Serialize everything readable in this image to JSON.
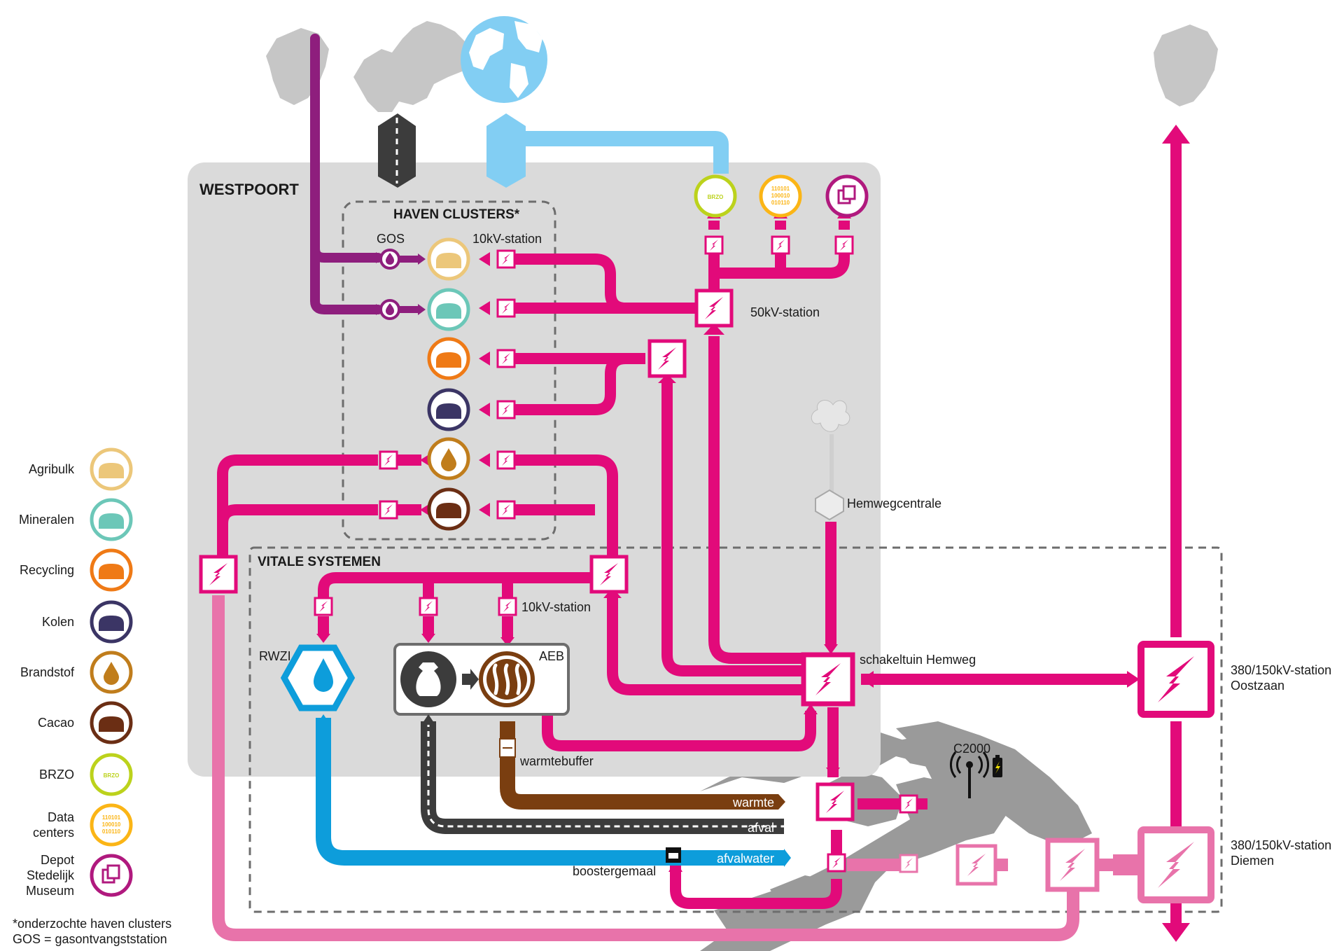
{
  "regions": {
    "westpoort": "WESTPOORT",
    "haven_clusters": "HAVEN CLUSTERS*",
    "vitale_systemen": "VITALE SYSTEMEN"
  },
  "labels": {
    "gos": "GOS",
    "kv10_top": "10kV-station",
    "kv50": "50kV-station",
    "hemwegcentrale": "Hemwegcentrale",
    "kv10_vital": "10kV-station",
    "rwzi": "RWZI",
    "aeb": "AEB",
    "schakeltuin": "schakeltuin Hemweg",
    "oostzaan_1": "380/150kV-station",
    "oostzaan_2": "Oostzaan",
    "diemen_1": "380/150kV-station",
    "diemen_2": "Diemen",
    "c2000": "C2000",
    "warmtebuffer": "warmtebuffer",
    "boostergemaal": "boostergemaal",
    "stream_warmte": "warmte",
    "stream_afval": "afval",
    "stream_afvalwater": "afvalwater",
    "icon_brzo": "BRZO",
    "icon_data": [
      "110101",
      "100010",
      "010110"
    ]
  },
  "legend": {
    "items": [
      {
        "label": [
          "Agribulk"
        ],
        "color": "#ecc77a",
        "icon": "agribulk-pile-icon"
      },
      {
        "label": [
          "Mineralen"
        ],
        "color": "#6cc7b8",
        "icon": "mineralen-pile-icon"
      },
      {
        "label": [
          "Recycling"
        ],
        "color": "#ef7a16",
        "icon": "recycling-pile-icon"
      },
      {
        "label": [
          "Kolen"
        ],
        "color": "#3b3565",
        "icon": "kolen-pile-icon"
      },
      {
        "label": [
          "Brandstof"
        ],
        "color": "#c07d1c",
        "icon": "brandstof-drop-icon"
      },
      {
        "label": [
          "Cacao"
        ],
        "color": "#6b2e14",
        "icon": "cacao-pile-icon"
      },
      {
        "label": [
          "BRZO"
        ],
        "color": "#bcd21c",
        "icon": "brzo-icon"
      },
      {
        "label": [
          "Data",
          "centers"
        ],
        "color": "#fbb516",
        "icon": "data-center-icon"
      },
      {
        "label": [
          "Depot",
          "Stedelijk",
          "Museum"
        ],
        "color": "#b0197e",
        "icon": "museum-depot-icon"
      }
    ],
    "footnote_1": "*onderzochte haven clusters",
    "footnote_2": "GOS = gasontvangststation"
  },
  "colors": {
    "electricity": "#e20a7a",
    "electricity_light": "#e873aa",
    "gas": "#8e1e7d",
    "internet": "#82cef3",
    "water": "#0d9ddb",
    "heat": "#7a3e10",
    "waste": "#3c3c3c",
    "region": "#dadada",
    "map": "#9a9a9a"
  }
}
